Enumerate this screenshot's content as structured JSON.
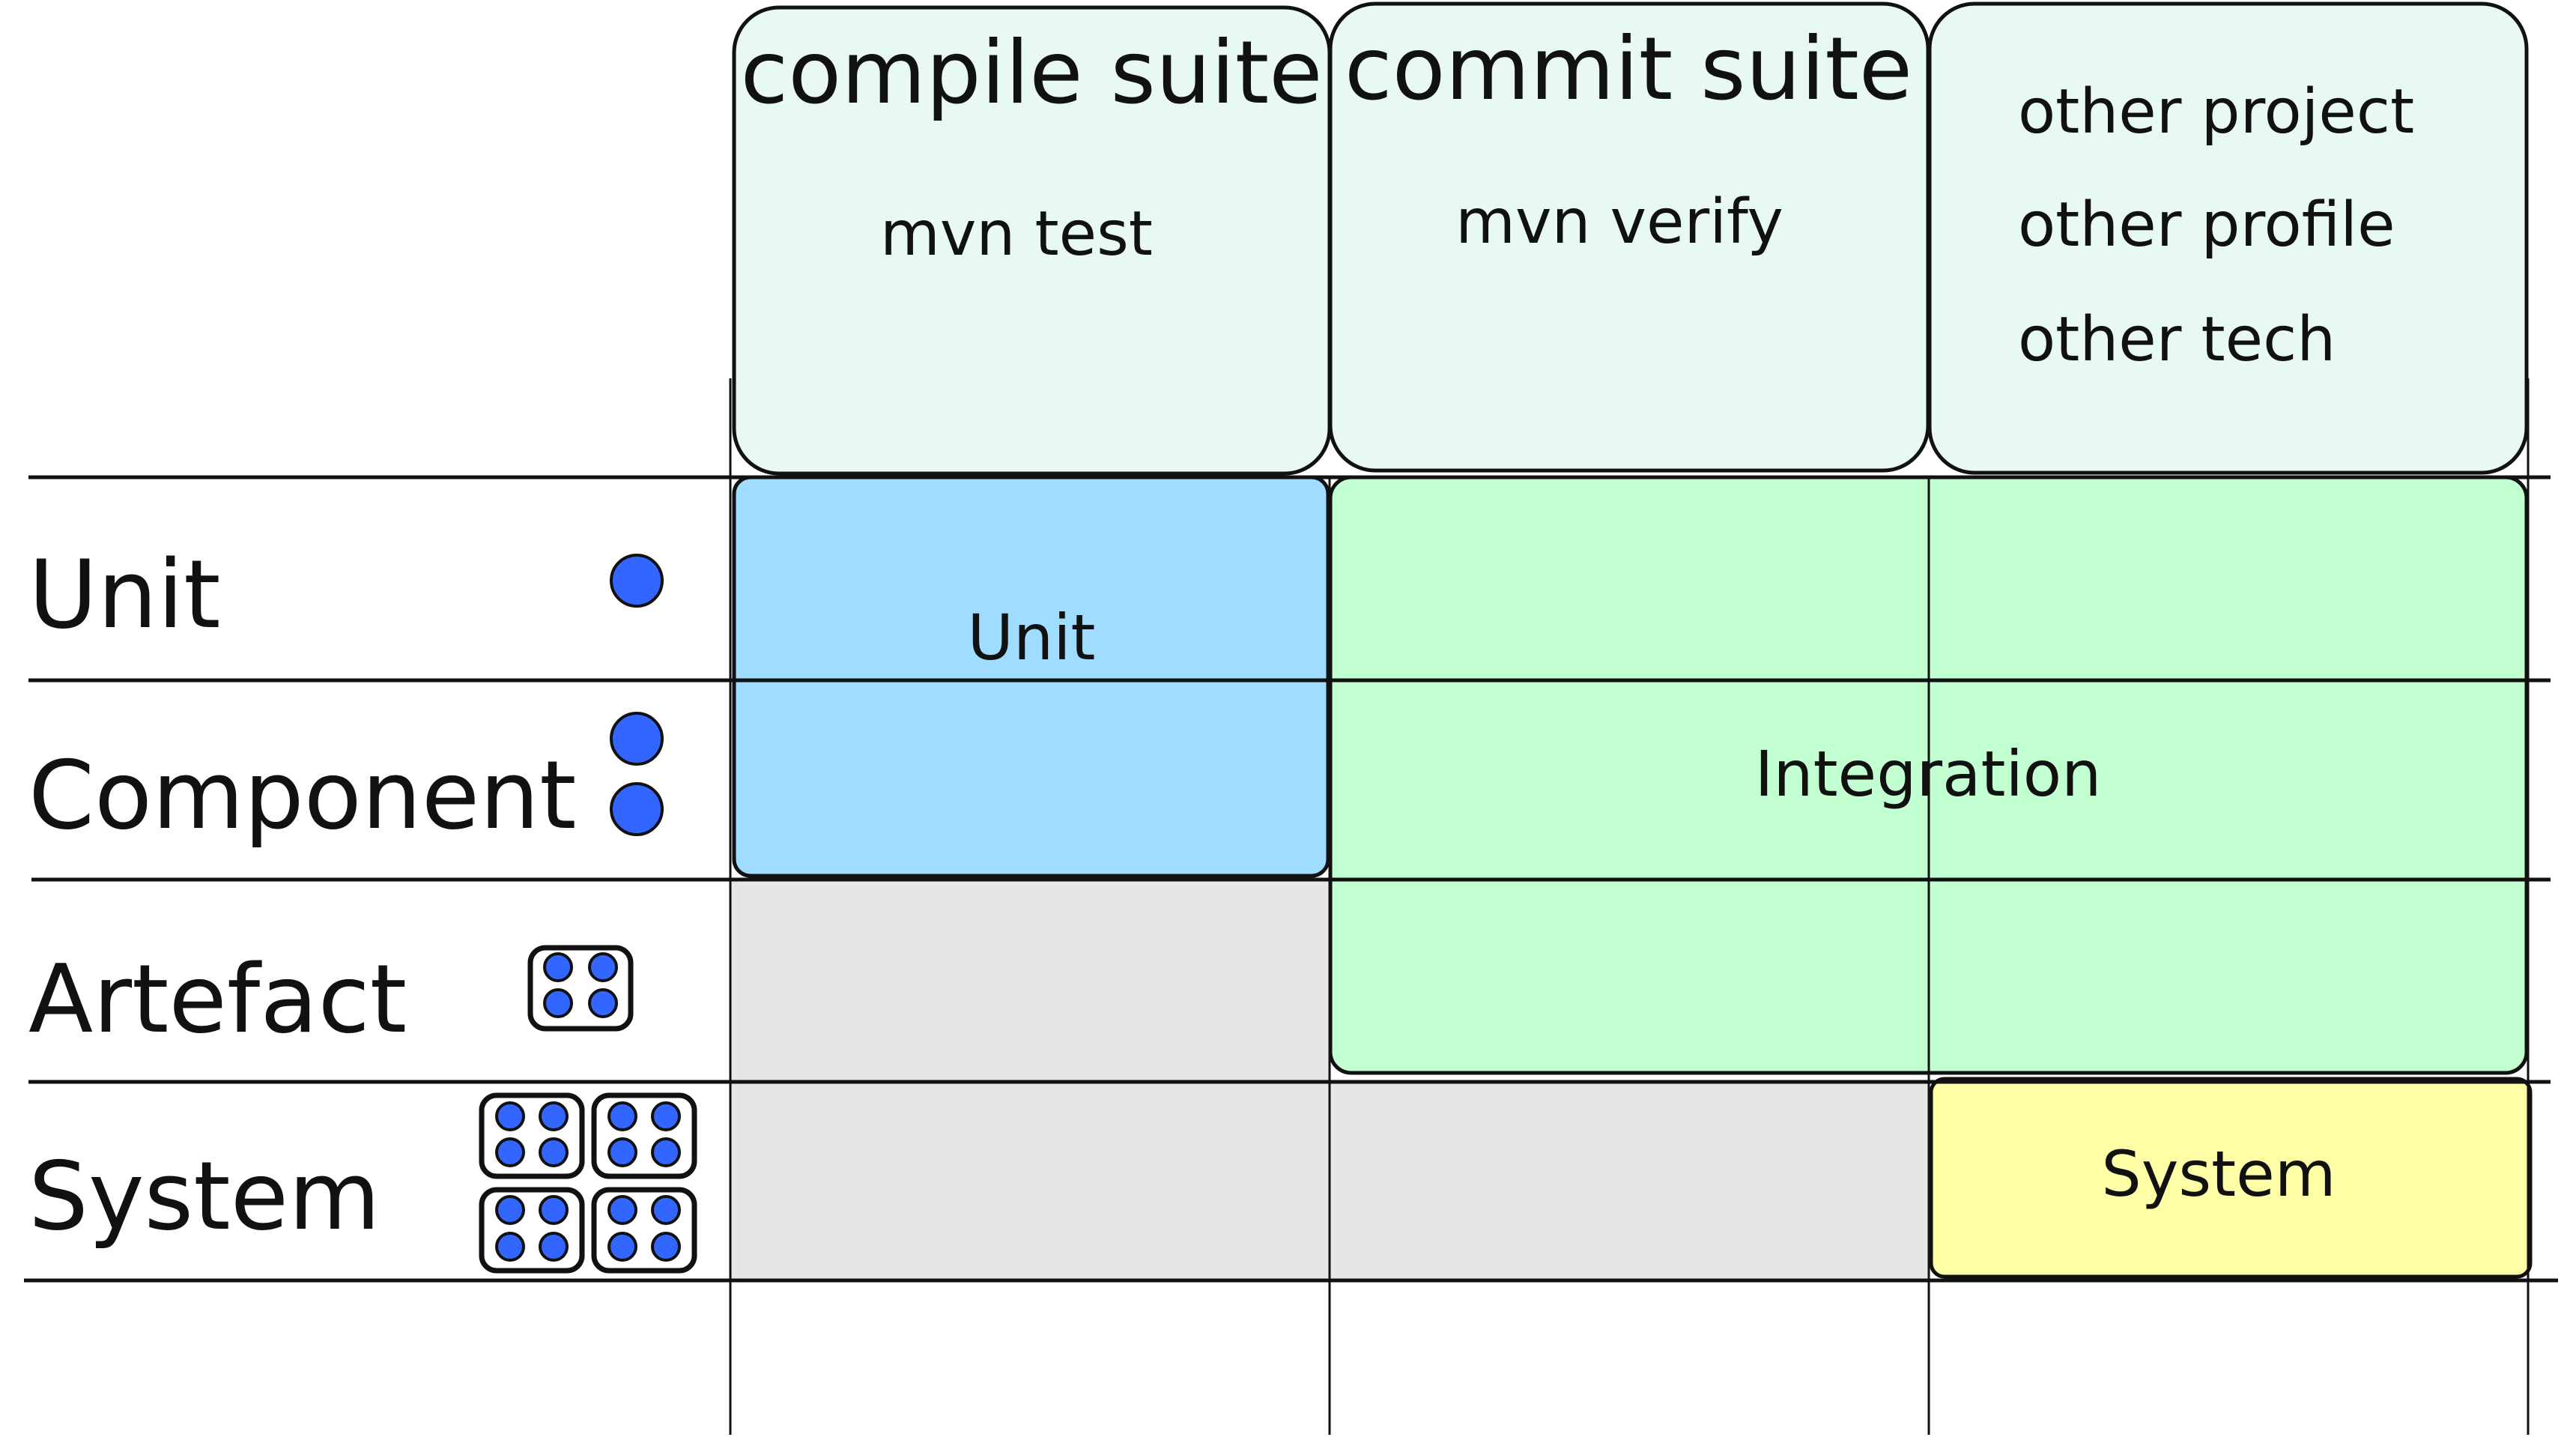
{
  "columns": [
    {
      "title": "compile suite",
      "command": "mvn test"
    },
    {
      "title": "commit suite",
      "command": "mvn verify"
    },
    {
      "lines": [
        "other project",
        "other profile",
        "other tech"
      ]
    }
  ],
  "rows": [
    {
      "label": "Unit",
      "icon": "single-dot-icon"
    },
    {
      "label": "Component",
      "icon": "two-dots-icon"
    },
    {
      "label": "Artefact",
      "icon": "four-dot-box-icon"
    },
    {
      "label": "System",
      "icon": "four-box-grid-icon"
    }
  ],
  "regions": {
    "unit": "Unit",
    "integration": "Integration",
    "system": "System"
  },
  "colors": {
    "header_fill": "#e8f8f3",
    "unit_fill": "#9fdcff",
    "integration_fill": "#c2ffd1",
    "system_fill": "#ffffa8",
    "empty_fill": "#e6e6e6",
    "dot_fill": "#3366ff",
    "line": "#111111"
  }
}
